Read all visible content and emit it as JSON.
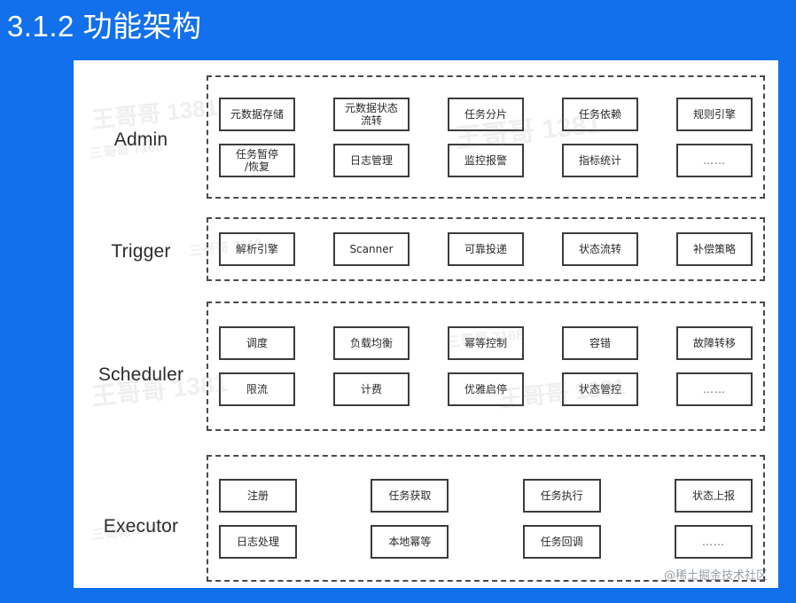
{
  "slide": {
    "title": "3.1.2 功能架构",
    "background_color": "#1270ec",
    "card_color": "#ffffff",
    "corner_watermark": "@稀土掘金技术社区",
    "background_watermarks": [
      "王哥哥 1381",
      "三哥哥 7168",
      "王哥哥 1381",
      "三哥哥 7168",
      "王哥哥 1381",
      "三哥哥 7168",
      "王哥哥 1381",
      "三哥哥 7168"
    ]
  },
  "diagram": {
    "type": "layered-architecture",
    "layers": [
      {
        "label": "Admin",
        "columns": 5,
        "rows": [
          [
            "元数据存储",
            "元数据状态\n流转",
            "任务分片",
            "任务依赖",
            "规则引擎"
          ],
          [
            "任务暂停\n/恢复",
            "日志管理",
            "监控报警",
            "指标统计",
            "……"
          ]
        ]
      },
      {
        "label": "Trigger",
        "columns": 5,
        "rows": [
          [
            "解析引擎",
            "Scanner",
            "可靠投递",
            "状态流转",
            "补偿策略"
          ]
        ]
      },
      {
        "label": "Scheduler",
        "columns": 5,
        "rows": [
          [
            "调度",
            "负载均衡",
            "幂等控制",
            "容错",
            "故障转移"
          ],
          [
            "限流",
            "计费",
            "优雅启停",
            "状态管控",
            "……"
          ]
        ]
      },
      {
        "label": "Executor",
        "columns": 4,
        "rows": [
          [
            "注册",
            "任务获取",
            "任务执行",
            "状态上报"
          ],
          [
            "日志处理",
            "本地幂等",
            "任务回调",
            "……"
          ]
        ]
      }
    ]
  }
}
